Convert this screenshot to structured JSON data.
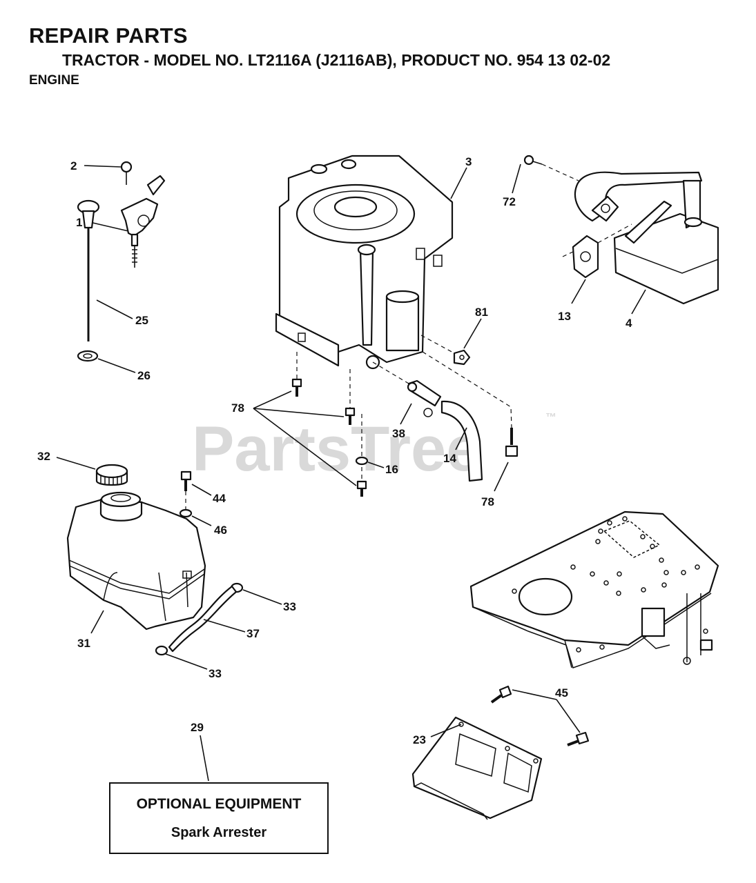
{
  "header": {
    "title": "REPAIR PARTS",
    "subtitle": "TRACTOR - MODEL NO. LT2116A (J2116AB), PRODUCT NO. 954 13 02-02",
    "section": "ENGINE"
  },
  "watermark": {
    "text": "PartsTree",
    "tm": "™"
  },
  "callouts": {
    "c1": "1",
    "c2": "2",
    "c3": "3",
    "c4": "4",
    "c13": "13",
    "c14": "14",
    "c16": "16",
    "c23": "23",
    "c25": "25",
    "c26": "26",
    "c29": "29",
    "c31": "31",
    "c32": "32",
    "c33a": "33",
    "c33b": "33",
    "c37": "37",
    "c38": "38",
    "c44": "44",
    "c45": "45",
    "c46": "46",
    "c72": "72",
    "c78a": "78",
    "c78b": "78",
    "c81": "81"
  },
  "optional_box": {
    "title": "OPTIONAL EQUIPMENT",
    "item": "Spark Arrester"
  }
}
